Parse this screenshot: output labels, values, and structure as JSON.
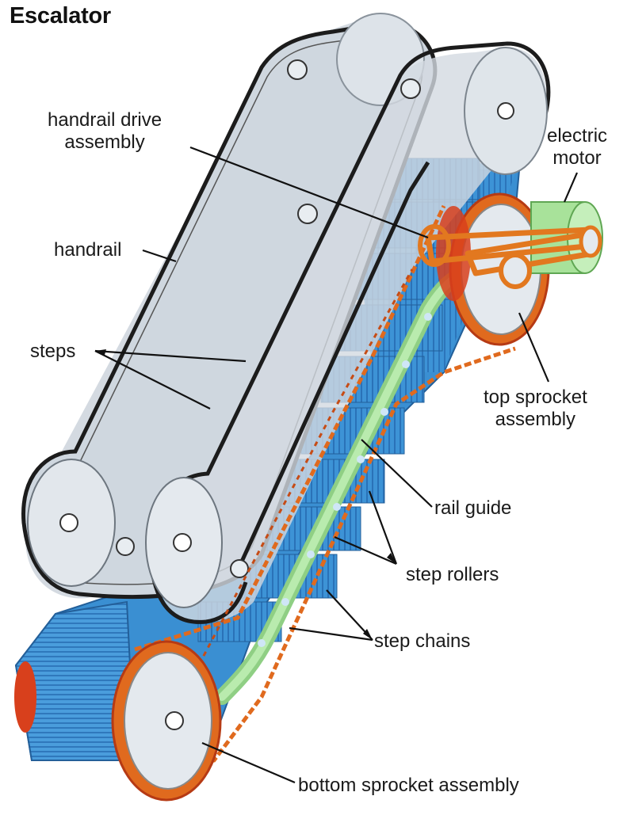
{
  "title": "Escalator",
  "labels": {
    "handrail_drive": [
      "handrail drive",
      "assembly"
    ],
    "electric_motor": [
      "electric",
      "motor"
    ],
    "handrail": "handrail",
    "steps": "steps",
    "top_sprocket": [
      "top sprocket",
      "assembly"
    ],
    "rail_guide": "rail guide",
    "step_rollers": "step rollers",
    "step_chains": "step chains",
    "bottom_sprocket": "bottom sprocket assembly"
  },
  "colors": {
    "steps": "#3d93d6",
    "steps_dark": "#2a72b8",
    "handrail_panel": "#d3dae1",
    "handrail_belt": "#1c1c1c",
    "chain": "#e06a1e",
    "sprocket": "#d8401c",
    "rail_guide": "#9fdc93",
    "motor": "#a8e29a",
    "drive_belt": "#e2781f",
    "disc": "#e4e9ee",
    "leader": "#111111"
  }
}
